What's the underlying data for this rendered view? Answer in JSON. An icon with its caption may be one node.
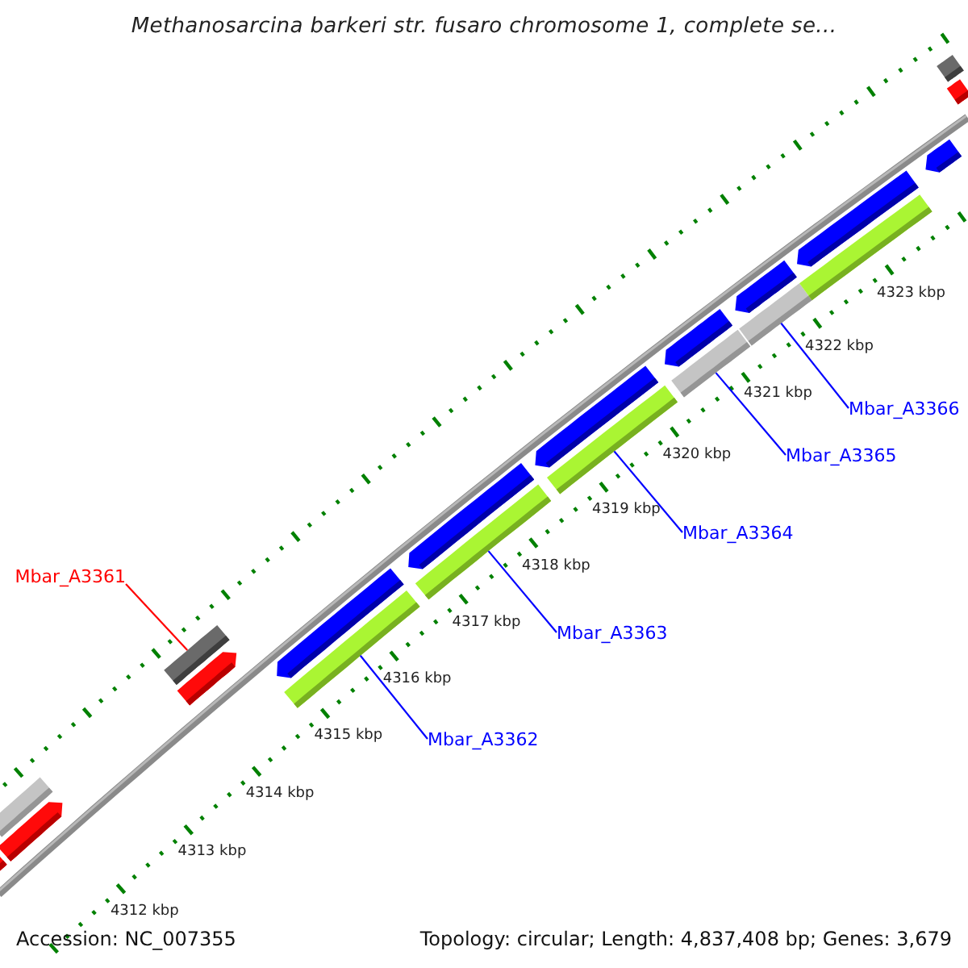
{
  "diagram": {
    "title": "Methanosarcina barkeri str. fusaro chromosome 1, complete se...",
    "nodes": [
      {
        "text": [
          "Mbar_A3366"
        ]
      },
      {
        "text": [
          "Mbar_A3365"
        ]
      },
      {
        "text": [
          "Mbar_A3364"
        ]
      },
      {
        "text": [
          "Mbar_A3361"
        ]
      },
      {
        "text": [
          "Mbar_A3363"
        ]
      },
      {
        "text": [
          "Mbar_A3362"
        ]
      },
      {
        "text": [],
        "shape": "bar"
      },
      {
        "text": [],
        "shape": "bar"
      },
      {
        "text": [],
        "shape": "bar"
      },
      {
        "text": [],
        "shape": "bar"
      },
      {
        "text": [],
        "shape": "bar"
      },
      {
        "text": [],
        "shape": "bar"
      },
      {
        "text": [],
        "shape": "bar"
      },
      {
        "text": [],
        "shape": "bar"
      },
      {
        "text": [],
        "shape": "bar"
      },
      {
        "text": [],
        "shape": "bar"
      },
      {
        "text": [],
        "shape": "bar"
      },
      {
        "text": [],
        "shape": "bar"
      },
      {
        "text": [],
        "shape": "bar"
      },
      {
        "text": [],
        "shape": "bar"
      },
      {
        "text": [],
        "shape": "bar"
      },
      {
        "text": [],
        "shape": "bar"
      },
      {
        "text": [],
        "shape": "bar"
      },
      {
        "text": [],
        "shape": "bar"
      },
      {
        "text": [],
        "shape": "bar"
      },
      {
        "text": [],
        "shape": "bar"
      }
    ],
    "edges": [
      {
        "from": 3,
        "to": 10,
        "arrow": "none",
        "color": "#ff0000"
      },
      {
        "from": 5,
        "to": 11,
        "arrow": "none"
      },
      {
        "from": 4,
        "to": 13,
        "arrow": "none"
      },
      {
        "from": 2,
        "to": 16,
        "arrow": "none"
      },
      {
        "from": 1,
        "to": 17,
        "arrow": "none"
      },
      {
        "from": 0,
        "to": 19,
        "arrow": "none"
      }
    ],
    "labels": [
      "4323 kbp",
      "4322 kbp",
      "4321 kbp",
      "4320 kbp",
      "4319 kbp",
      "4318 kbp",
      "4317 kbp",
      "4316 kbp",
      "4315 kbp",
      "4314 kbp",
      "4313 kbp",
      "4312 kbp",
      "Accession: NC_007355",
      "Topology: circular; Length: 4,837,408 bp; Genes: 3,679"
    ]
  }
}
